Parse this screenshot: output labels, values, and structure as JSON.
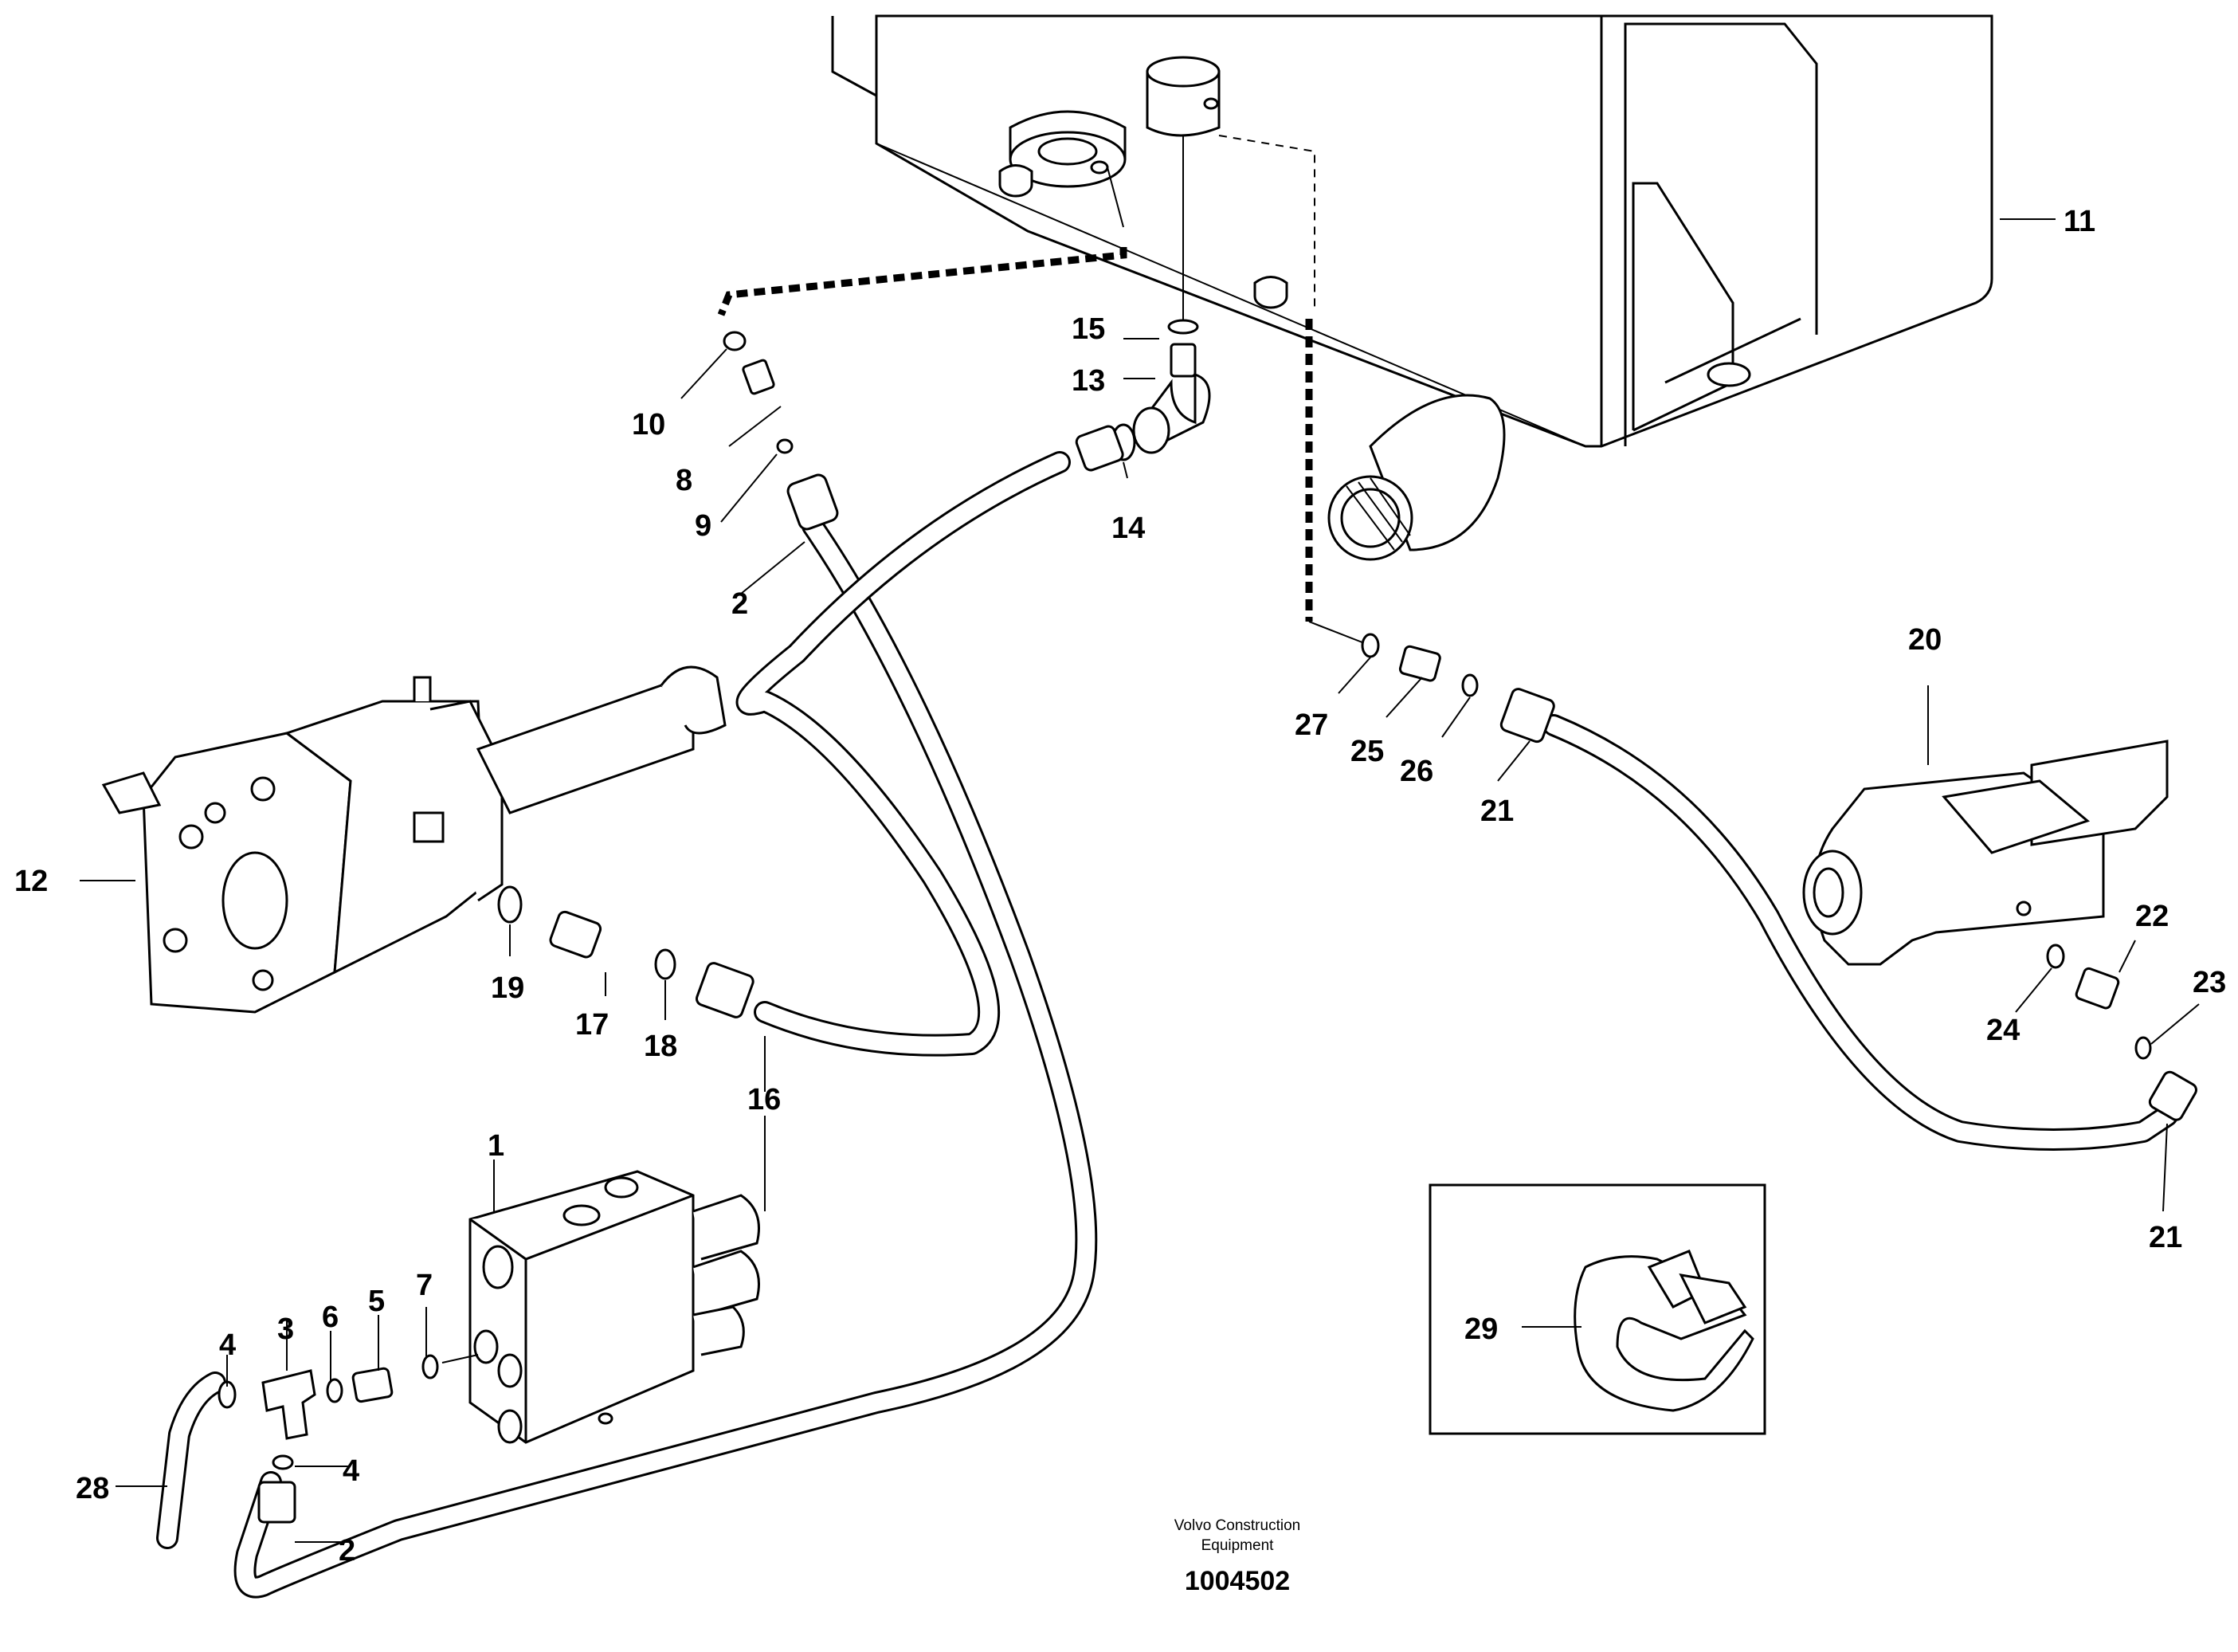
{
  "footer": {
    "brand_line1": "Volvo Construction",
    "brand_line2": "Equipment",
    "drawing_number": "1004502"
  },
  "callouts": {
    "c1": "1",
    "c2a": "2",
    "c2b": "2",
    "c3": "3",
    "c4a": "4",
    "c4b": "4",
    "c5": "5",
    "c6": "6",
    "c7": "7",
    "c8": "8",
    "c9": "9",
    "c10": "10",
    "c11": "11",
    "c12": "12",
    "c13": "13",
    "c14": "14",
    "c15": "15",
    "c16": "16",
    "c17": "17",
    "c18": "18",
    "c19": "19",
    "c20": "20",
    "c21a": "21",
    "c21b": "21",
    "c22": "22",
    "c23": "23",
    "c24": "24",
    "c25": "25",
    "c26": "26",
    "c27": "27",
    "c28": "28",
    "c29": "29"
  }
}
